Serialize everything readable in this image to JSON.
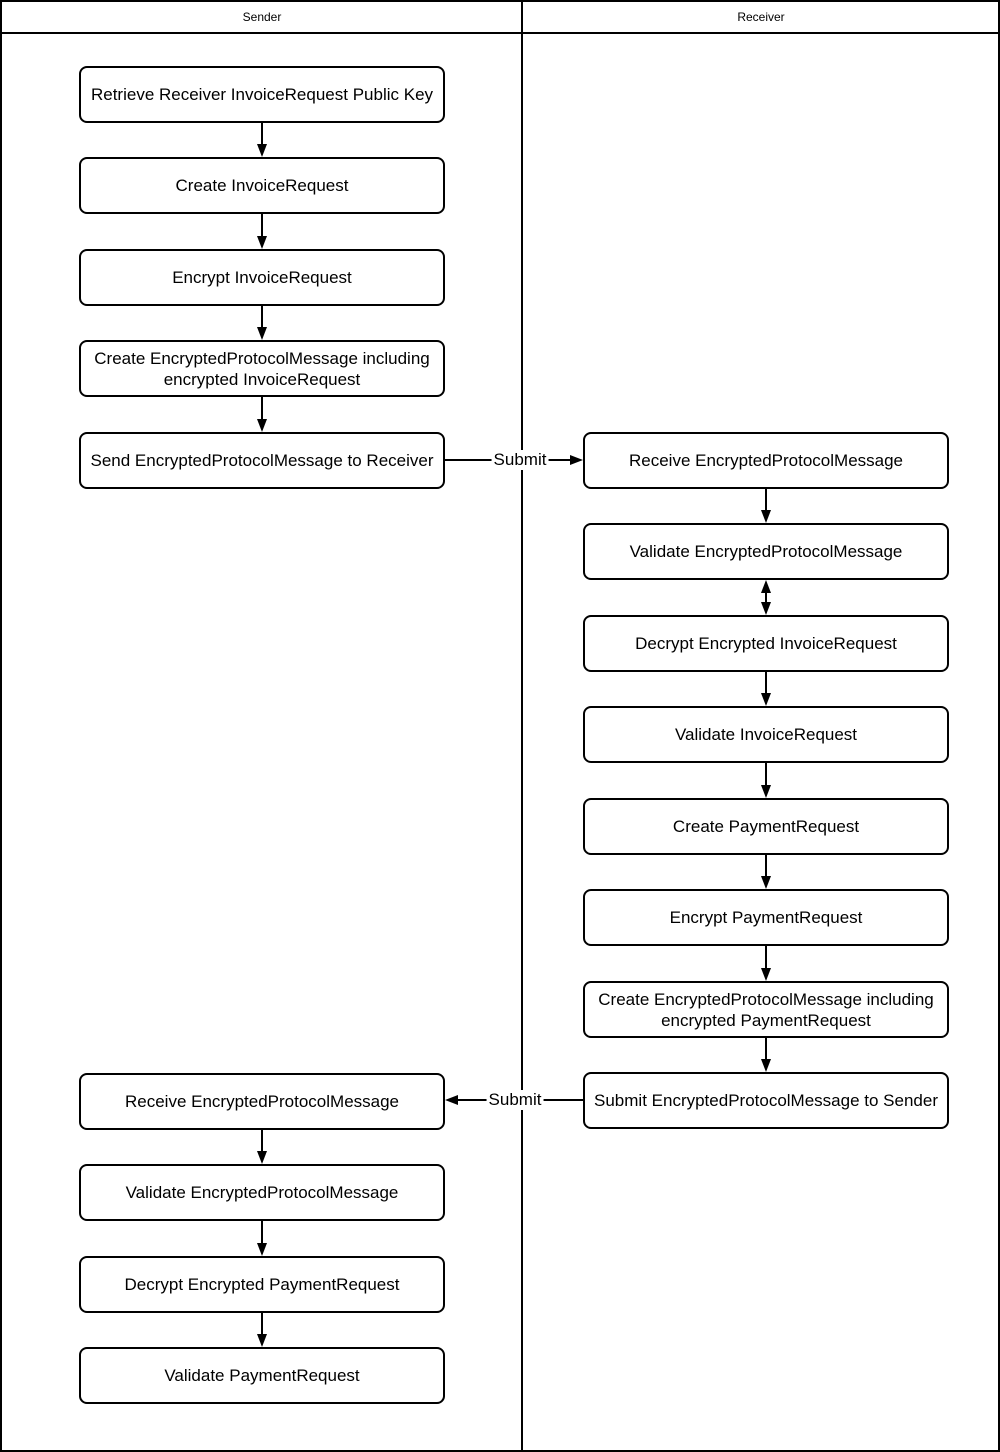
{
  "colors": {
    "line": "#000000",
    "node_fill": "#ffffff",
    "text": "#000000",
    "background": "#ffffff"
  },
  "lanes": {
    "sender": {
      "title": "Sender",
      "nodes": [
        {
          "label": "Retrieve Receiver InvoiceRequest Public Key"
        },
        {
          "label": "Create InvoiceRequest"
        },
        {
          "label": "Encrypt InvoiceRequest"
        },
        {
          "label": "Create EncryptedProtocolMessage including encrypted InvoiceRequest"
        },
        {
          "label": "Send EncryptedProtocolMessage to Receiver"
        },
        {
          "label": "Receive EncryptedProtocolMessage"
        },
        {
          "label": "Validate EncryptedProtocolMessage"
        },
        {
          "label": "Decrypt Encrypted PaymentRequest"
        },
        {
          "label": "Validate PaymentRequest"
        }
      ]
    },
    "receiver": {
      "title": "Receiver",
      "nodes": [
        {
          "label": "Receive EncryptedProtocolMessage"
        },
        {
          "label": "Validate EncryptedProtocolMessage"
        },
        {
          "label": "Decrypt Encrypted InvoiceRequest"
        },
        {
          "label": "Validate InvoiceRequest"
        },
        {
          "label": "Create PaymentRequest"
        },
        {
          "label": "Encrypt PaymentRequest"
        },
        {
          "label": "Create EncryptedProtocolMessage including encrypted PaymentRequest"
        },
        {
          "label": "Submit EncryptedProtocolMessage to Sender"
        }
      ]
    }
  },
  "connectors": {
    "sender_to_receiver_label": "Submit",
    "receiver_to_sender_label": "Submit"
  }
}
